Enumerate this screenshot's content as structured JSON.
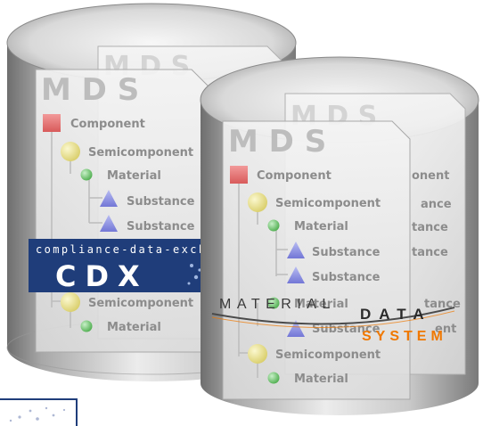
{
  "left_db": {
    "mds_back": "M D S",
    "mds_front": "M D S",
    "tree": [
      {
        "label": "Component",
        "node": "square"
      },
      {
        "label": "Semicomponent",
        "node": "circle"
      },
      {
        "label": "Material",
        "node": "dot"
      },
      {
        "label": "Substance",
        "node": "triangle"
      },
      {
        "label": "Substance",
        "node": "triangle"
      },
      {
        "label": "Semicomponent",
        "node": "circle"
      },
      {
        "label": "Material",
        "node": "dot"
      }
    ]
  },
  "right_db": {
    "mds_back": "M D S",
    "mds_front": "M D S",
    "ghost_labels": [
      "onent",
      "ance",
      "tance",
      "tance",
      "tance",
      "ent"
    ],
    "tree": [
      {
        "label": "Component",
        "node": "square"
      },
      {
        "label": "Semicomponent",
        "node": "circle"
      },
      {
        "label": "Material",
        "node": "dot"
      },
      {
        "label": "Substance",
        "node": "triangle"
      },
      {
        "label": "Substance",
        "node": "triangle"
      },
      {
        "label": "Material",
        "node": "dot"
      },
      {
        "label": "Substance",
        "node": "triangle"
      },
      {
        "label": "Semicomponent",
        "node": "circle"
      },
      {
        "label": "Material",
        "node": "dot"
      }
    ]
  },
  "cdx_logo": {
    "tagline": "compliance-data-exchange",
    "wordmark": "CDX",
    "bg_color": "#1f3d7a"
  },
  "mds_logo": {
    "line1_light": "MATERIAL",
    "line1_bold": "DATA",
    "line2": "SYSTEM",
    "accent_color": "#f07800"
  },
  "colors": {
    "square": "#e86a6a",
    "circle": "#e8e08a",
    "dot": "#6cc26c",
    "triangle": "#8a8ee0"
  }
}
